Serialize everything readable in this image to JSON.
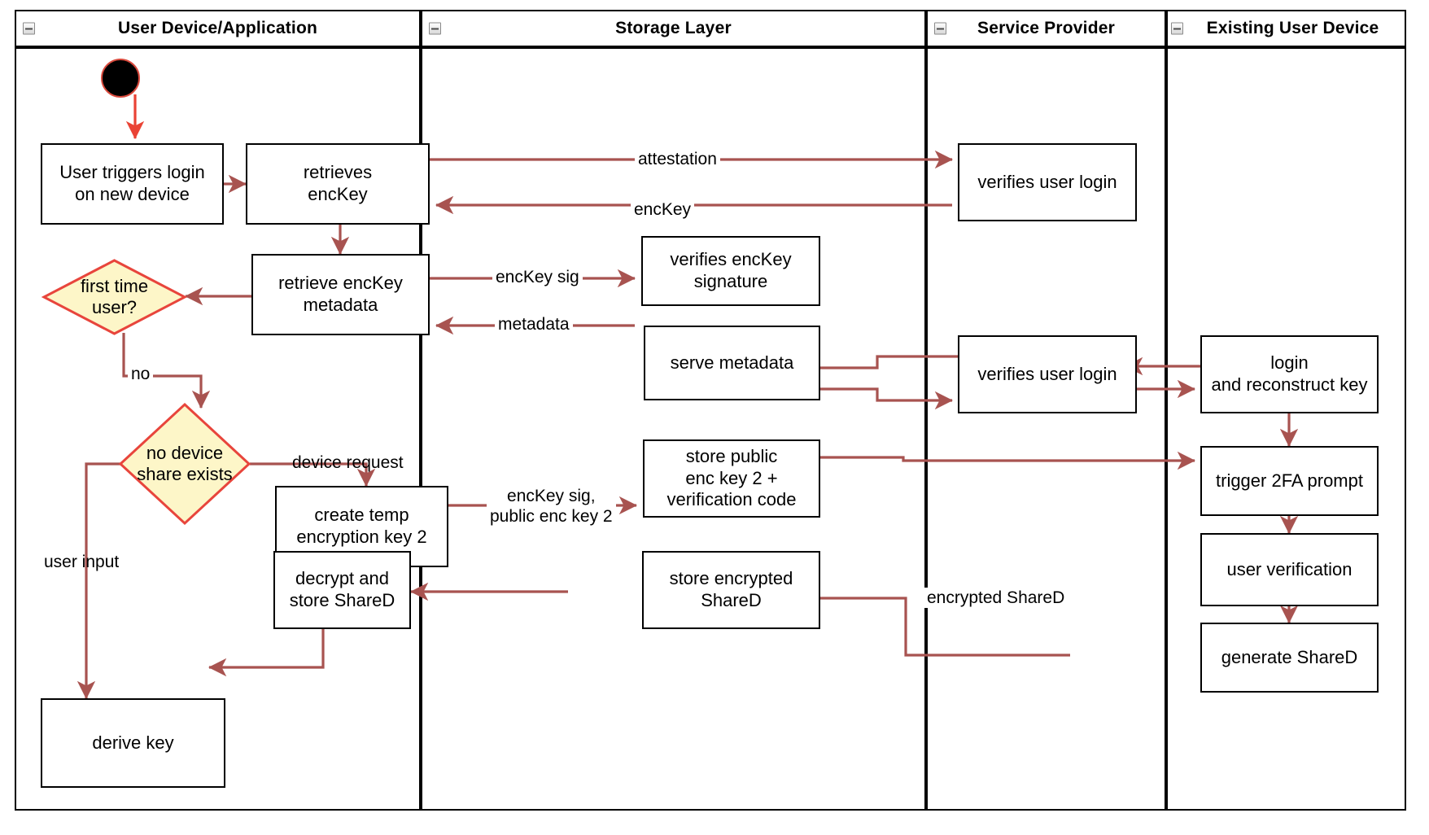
{
  "diagram": {
    "type": "uml-activity-swimlane",
    "title": "Key recovery / new device login flow",
    "colors": {
      "edge": "#a85350",
      "start_ring": "#ea4335",
      "decision_fill": "#fdf6c8",
      "decision_stroke": "#e8453c",
      "node_stroke": "#000000",
      "lane_stroke": "#000000",
      "background": "#ffffff"
    },
    "lanes": [
      {
        "id": "lane-user-device",
        "label": "User Device/Application",
        "icon": "collapse-minus-icon"
      },
      {
        "id": "lane-storage",
        "label": "Storage Layer",
        "icon": "collapse-minus-icon"
      },
      {
        "id": "lane-service",
        "label": "Service Provider",
        "icon": "collapse-minus-icon"
      },
      {
        "id": "lane-existing-device",
        "label": "Existing User Device",
        "icon": "collapse-minus-icon"
      }
    ],
    "start_node": {
      "id": "start",
      "label": ""
    },
    "nodes": [
      {
        "id": "n-user-triggers",
        "lane": "lane-user-device",
        "label": "User triggers login\non new device"
      },
      {
        "id": "n-retrieves-enckey",
        "lane": "lane-user-device",
        "label": "retrieves\nencKey"
      },
      {
        "id": "n-retrieve-metadata",
        "lane": "lane-user-device",
        "label": "retrieve encKey\nmetadata"
      },
      {
        "id": "n-create-temp-key",
        "lane": "lane-user-device",
        "label": "create temp\nencryption key 2"
      },
      {
        "id": "n-decrypt-store",
        "lane": "lane-user-device",
        "label": "decrypt and\nstore ShareD"
      },
      {
        "id": "n-derive-key",
        "lane": "lane-user-device",
        "label": "derive key"
      },
      {
        "id": "n-verify-sig",
        "lane": "lane-storage",
        "label": "verifies encKey\nsignature"
      },
      {
        "id": "n-serve-metadata",
        "lane": "lane-storage",
        "label": "serve metadata"
      },
      {
        "id": "n-store-public-key",
        "lane": "lane-storage",
        "label": "store public\nenc key 2 +\nverification code"
      },
      {
        "id": "n-store-encrypted",
        "lane": "lane-storage",
        "label": "store encrypted\nShareD"
      },
      {
        "id": "n-verify-login-1",
        "lane": "lane-service",
        "label": "verifies user login"
      },
      {
        "id": "n-verify-login-2",
        "lane": "lane-service",
        "label": "verifies user login"
      },
      {
        "id": "n-login-reconstruct",
        "lane": "lane-existing-device",
        "label": "login\nand reconstruct key"
      },
      {
        "id": "n-trigger-2fa",
        "lane": "lane-existing-device",
        "label": "trigger 2FA prompt"
      },
      {
        "id": "n-user-verification",
        "lane": "lane-existing-device",
        "label": "user verification"
      },
      {
        "id": "n-generate-shared",
        "lane": "lane-existing-device",
        "label": "generate ShareD"
      }
    ],
    "decisions": [
      {
        "id": "d-first-time",
        "lane": "lane-user-device",
        "label": "first time\nuser?"
      },
      {
        "id": "d-no-device-share",
        "lane": "lane-user-device",
        "label": "no device\nshare exists"
      }
    ],
    "edge_labels": [
      {
        "id": "lbl-attestation",
        "text": "attestation"
      },
      {
        "id": "lbl-enckey",
        "text": "encKey"
      },
      {
        "id": "lbl-enckey-sig",
        "text": "encKey sig"
      },
      {
        "id": "lbl-metadata",
        "text": "metadata"
      },
      {
        "id": "lbl-no",
        "text": "no"
      },
      {
        "id": "lbl-device-request",
        "text": "device request"
      },
      {
        "id": "lbl-enckey-sig-pub",
        "text": "encKey sig,\npublic enc key 2"
      },
      {
        "id": "lbl-user-input",
        "text": "user input"
      },
      {
        "id": "lbl-encrypted-shared",
        "text": "encrypted ShareD"
      }
    ]
  }
}
